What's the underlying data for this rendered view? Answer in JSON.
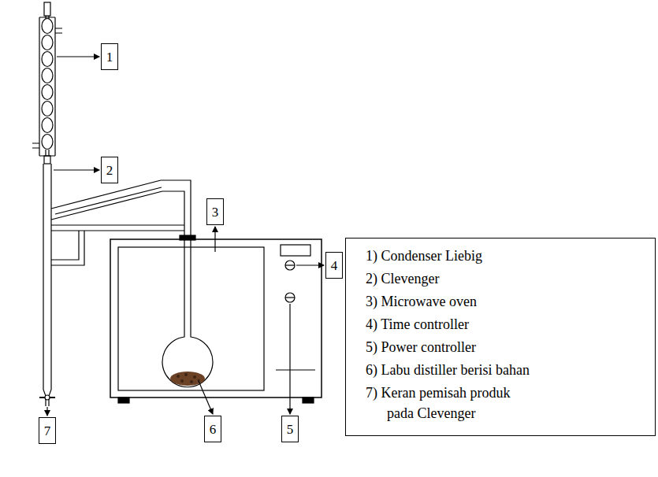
{
  "diagram": {
    "nodes": [
      {
        "text": [
          "1"
        ]
      },
      {
        "text": [
          "2"
        ]
      },
      {
        "text": [
          "3"
        ]
      },
      {
        "text": [
          "4"
        ]
      },
      {
        "text": [
          "5"
        ]
      },
      {
        "text": [
          "6"
        ]
      },
      {
        "text": [
          "7"
        ]
      },
      {
        "text": [
          "1) Condenser Liebig",
          "2) Clevenger",
          "3) Microwave oven",
          "4) Time controller",
          "5) Power controller",
          "6) Labu distiller berisi bahan",
          "7) Keran pemisah produk pada Clevenger"
        ]
      }
    ]
  }
}
